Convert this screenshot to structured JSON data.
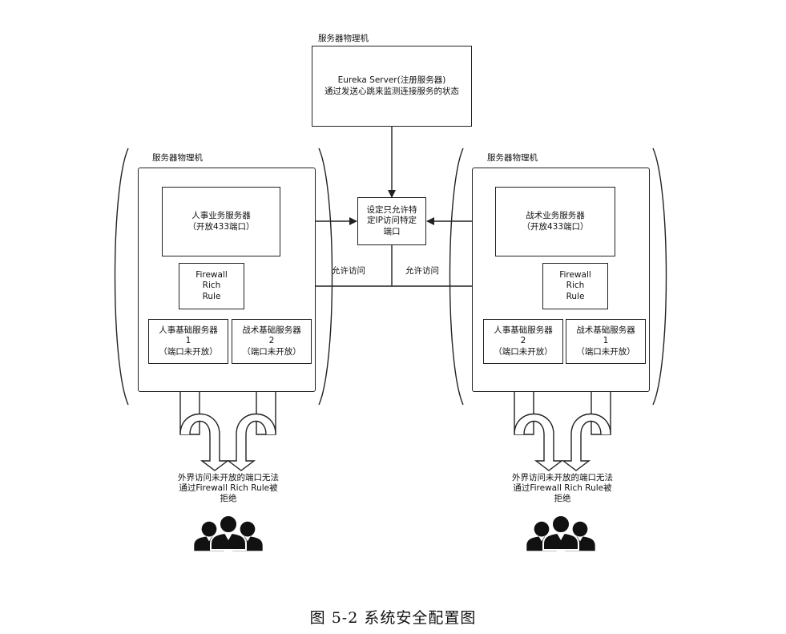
{
  "top_server": {
    "label": "服务器物理机",
    "lines": [
      "Eureka Server(注册服务器)",
      "通过发送心跳来监测连接服务的状态"
    ]
  },
  "center_rule": {
    "lines": [
      "设定只允许特",
      "定IP访问特定",
      "端口"
    ]
  },
  "allow_left": "允许访问",
  "allow_right": "允许访问",
  "left_machine": {
    "label": "服务器物理机",
    "business": [
      "人事业务服务器",
      "（开放433端口）"
    ],
    "firewall": [
      "Firewall",
      "Rich",
      "Rule"
    ],
    "base1": [
      "人事基础服务器",
      "1",
      "（端口未开放）"
    ],
    "base2": [
      "战术基础服务器",
      "2",
      "（端口未开放）"
    ],
    "reject": [
      "外界访问未开放的端口无法",
      "通过Firewall Rich Rule被",
      "拒绝"
    ]
  },
  "right_machine": {
    "label": "服务器物理机",
    "business": [
      "战术业务服务器",
      "（开放433端口）"
    ],
    "firewall": [
      "Firewall",
      "Rich",
      "Rule"
    ],
    "base1": [
      "人事基础服务器",
      "2",
      "（端口未开放）"
    ],
    "base2": [
      "战术基础服务器",
      "1",
      "（端口未开放）"
    ],
    "reject": [
      "外界访问未开放的端口无法",
      "通过Firewall Rich Rule被",
      "拒绝"
    ]
  },
  "icons": {
    "firewall": "firewall-brick-icon",
    "users": "user-group-icon"
  },
  "colors": {
    "firewall_red": "#e8432e",
    "line": "#222222"
  },
  "caption": "图 5-2  系统安全配置图"
}
